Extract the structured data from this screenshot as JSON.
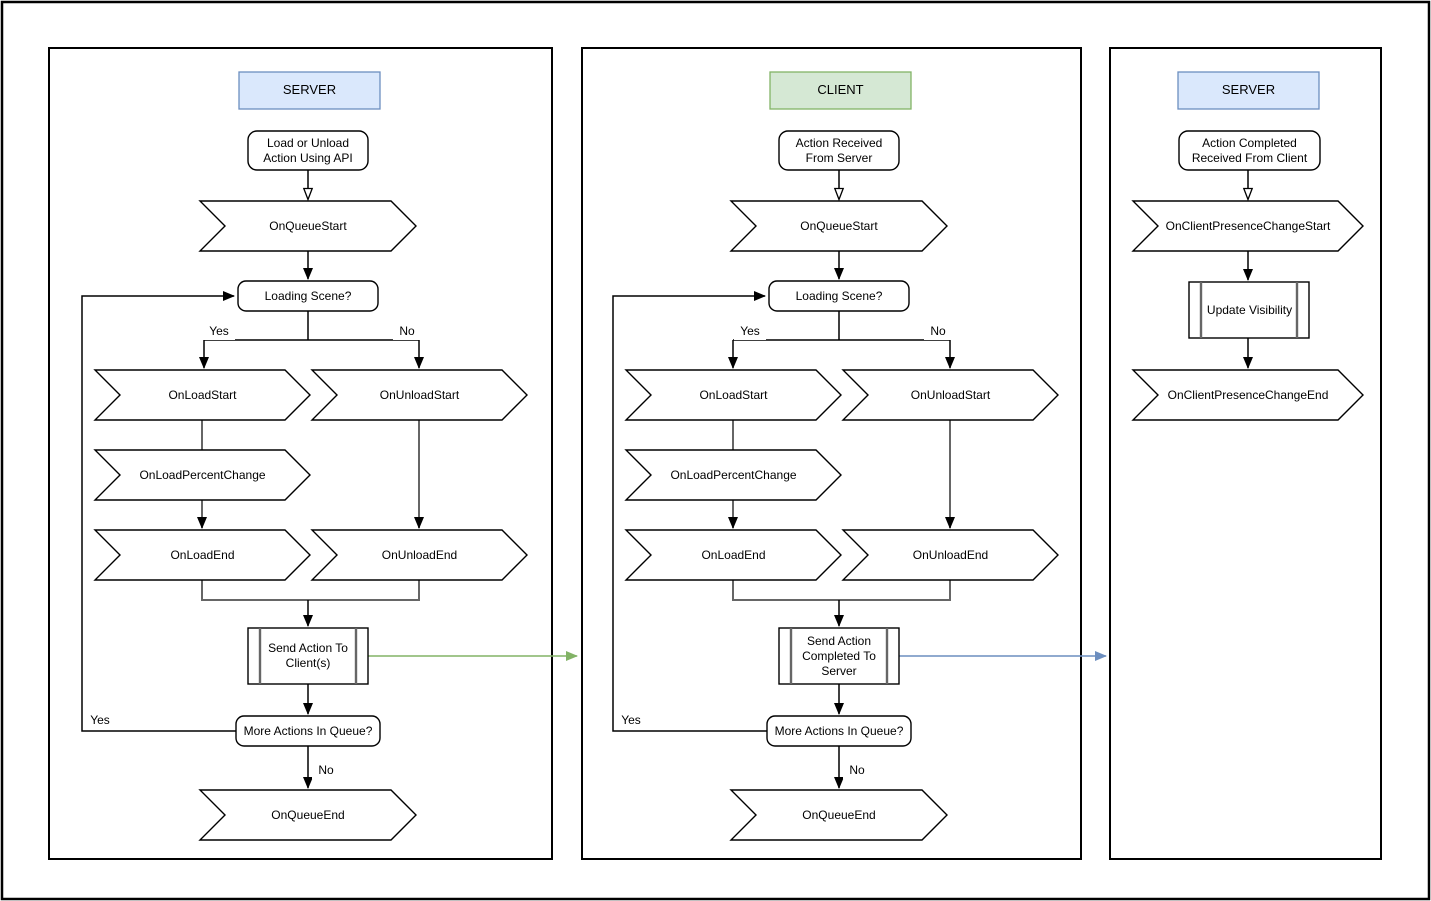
{
  "colors": {
    "server_header_fill": "#dae8fc",
    "server_header_stroke": "#6c8ebf",
    "client_header_fill": "#d5e8d4",
    "client_header_stroke": "#82b366",
    "server_to_client_arrow": "#82b366",
    "client_to_server_arrow": "#6c8ebf",
    "node_fill": "#ffffff",
    "node_stroke": "#000000"
  },
  "server_flow": {
    "header": "SERVER",
    "start": "Load or Unload Action Using API",
    "on_queue_start": "OnQueueStart",
    "loading_scene": "Loading Scene?",
    "branch_yes": "Yes",
    "branch_no": "No",
    "on_load_start": "OnLoadStart",
    "on_unload_start": "OnUnloadStart",
    "on_load_percent_change": "OnLoadPercentChange",
    "on_load_end": "OnLoadEnd",
    "on_unload_end": "OnUnloadEnd",
    "send_action": "Send Action To Client(s)",
    "more_actions": "More Actions In Queue?",
    "loop_yes": "Yes",
    "end_no": "No",
    "on_queue_end": "OnQueueEnd"
  },
  "client_flow": {
    "header": "CLIENT",
    "start": "Action Received From Server",
    "on_queue_start": "OnQueueStart",
    "loading_scene": "Loading Scene?",
    "branch_yes": "Yes",
    "branch_no": "No",
    "on_load_start": "OnLoadStart",
    "on_unload_start": "OnUnloadStart",
    "on_load_percent_change": "OnLoadPercentChange",
    "on_load_end": "OnLoadEnd",
    "on_unload_end": "OnUnloadEnd",
    "send_action": "Send Action Completed To Server",
    "more_actions": "More Actions In Queue?",
    "loop_yes": "Yes",
    "end_no": "No",
    "on_queue_end": "OnQueueEnd"
  },
  "presence_flow": {
    "header": "SERVER",
    "start": "Action Completed Received From Client",
    "on_client_presence_change_start": "OnClientPresenceChangeStart",
    "update_visibility": "Update Visibility",
    "on_client_presence_change_end": "OnClientPresenceChangeEnd"
  }
}
